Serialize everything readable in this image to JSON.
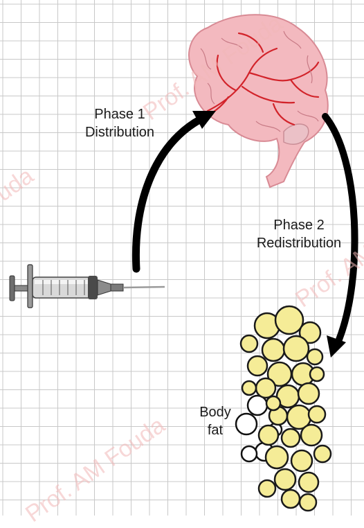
{
  "diagram": {
    "phase1": {
      "line1": "Phase 1",
      "line2": "Distribution"
    },
    "phase2": {
      "line1": "Phase 2",
      "line2": "Redistribution"
    },
    "fat": {
      "line1": "Body",
      "line2": "fat"
    }
  },
  "watermark": {
    "text": "Prof. AM Fouda"
  },
  "colors": {
    "grid": "#c8c8c8",
    "brain": "#f3b9bf",
    "vessel": "#d2232a",
    "fat": "#f5ec97",
    "arrow": "#000000"
  },
  "icons": [
    "syringe-icon",
    "brain-icon",
    "fat-cells-icon"
  ]
}
